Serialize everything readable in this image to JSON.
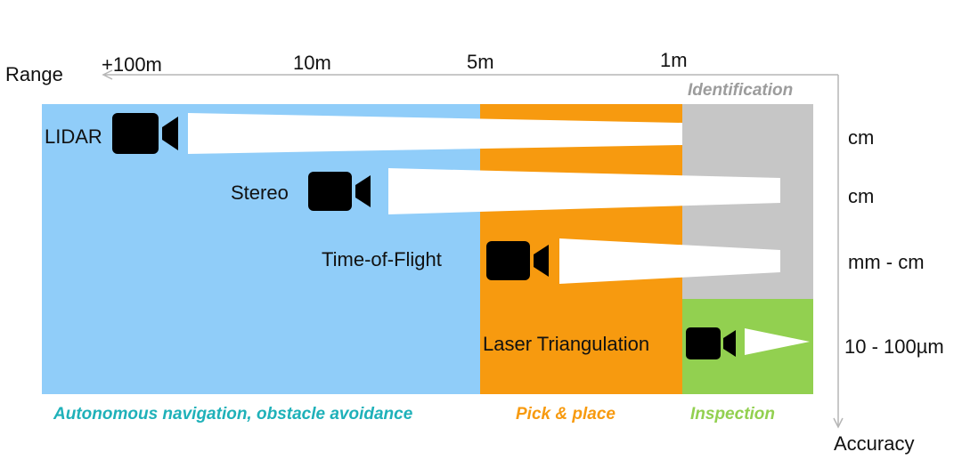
{
  "axes": {
    "range_label": "Range",
    "accuracy_label": "Accuracy",
    "range_ticks": [
      "+100m",
      "10m",
      "5m",
      "1m"
    ]
  },
  "zones": [
    {
      "name": "Autonomous navigation, obstacle avoidance",
      "color": "#90CDF9",
      "label_color": "#1FB1B9"
    },
    {
      "name": "Pick & place",
      "color": "#F79A0F",
      "label_color": "#F79A0F"
    },
    {
      "name": "Identification",
      "color": "#C6C6C6",
      "label_color": "#9C9C9C"
    },
    {
      "name": "Inspection",
      "color": "#92D050",
      "label_color": "#92D050"
    }
  ],
  "sensors": [
    {
      "name": "LIDAR",
      "accuracy": "cm",
      "icon": "video-camera-icon"
    },
    {
      "name": "Stereo",
      "accuracy": "cm",
      "icon": "video-camera-icon"
    },
    {
      "name": "Time-of-Flight",
      "accuracy": "mm - cm",
      "icon": "video-camera-icon"
    },
    {
      "name": "Laser Triangulation",
      "accuracy": "10 - 100µm",
      "icon": "video-camera-icon"
    }
  ]
}
